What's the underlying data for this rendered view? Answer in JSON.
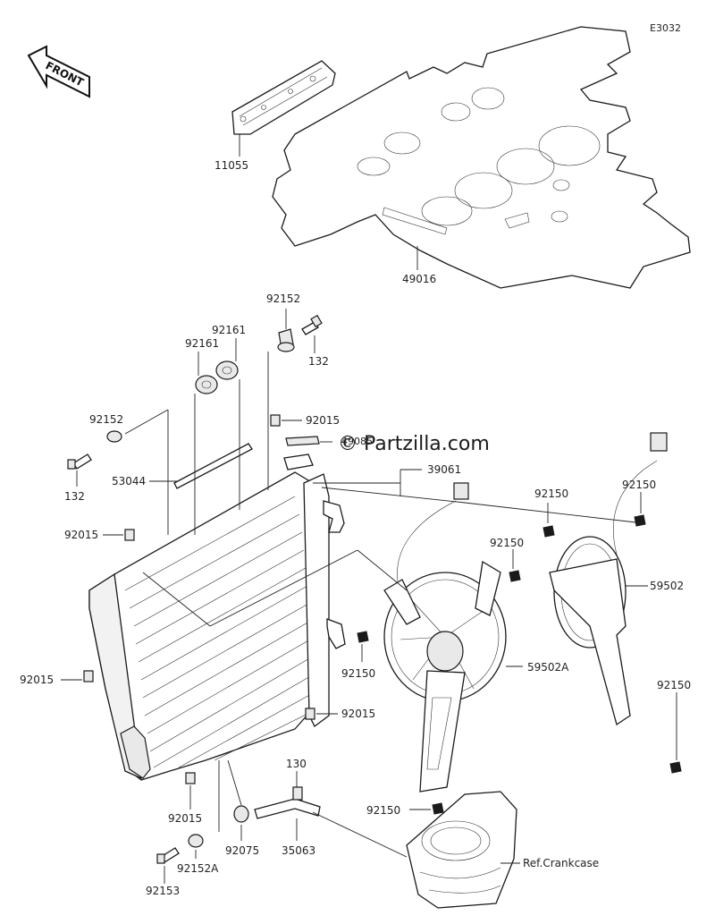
{
  "diagram_code": "E3032",
  "front_label": "FRONT",
  "watermark": "© Partzilla.com",
  "ref_label": "Ref.Crankcase",
  "labels": {
    "p11055": "11055",
    "p49016": "49016",
    "p92152_top": "92152",
    "p132_top": "132",
    "p92161_a": "92161",
    "p92161_b": "92161",
    "p92152_left": "92152",
    "p92015_top": "92015",
    "p49085": "49085",
    "p132_left": "132",
    "p53044": "53044",
    "p39061": "39061",
    "p92015_left": "92015",
    "p92150_a": "92150",
    "p92150_b": "92150",
    "p92150_c": "92150",
    "p59502": "59502",
    "p92015_side": "92015",
    "p92150_d": "92150",
    "p59502A": "59502A",
    "p92015_bottom": "92015",
    "p92150_e": "92150",
    "p92150_f": "92150",
    "p130": "130",
    "p92015_low": "92015",
    "p92075": "92075",
    "p35063": "35063",
    "p92152A": "92152A",
    "p92153": "92153"
  }
}
